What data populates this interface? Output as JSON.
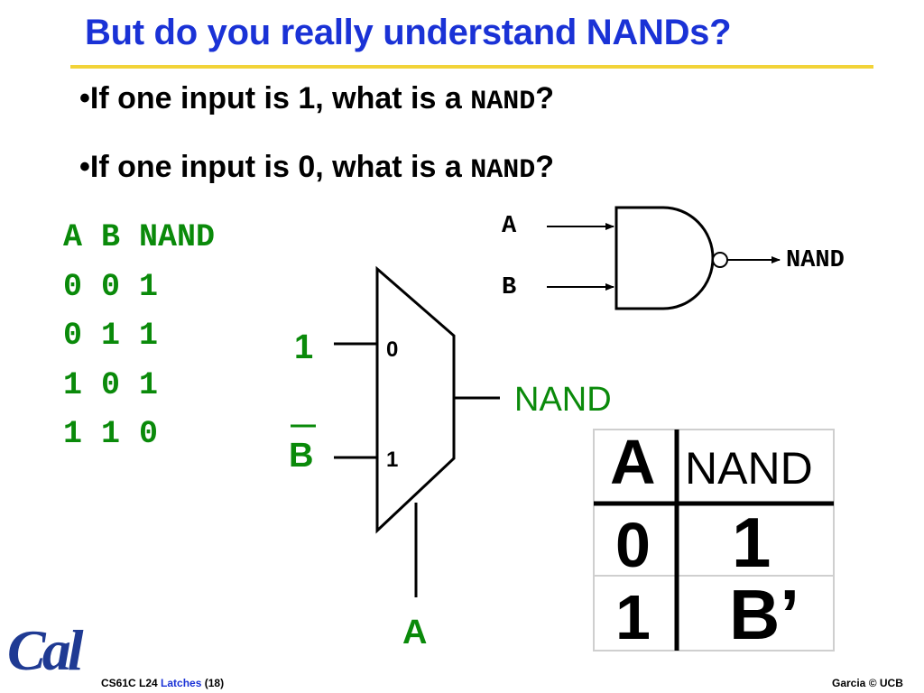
{
  "title": "But do you really understand NANDs?",
  "bullets": [
    {
      "text": "If one input is 1, what is a ",
      "code": "NAND",
      "end": "?"
    },
    {
      "text": "If one input is 0, what is a ",
      "code": "NAND",
      "end": "?"
    }
  ],
  "truth_table": {
    "header": "A B NAND",
    "rows": [
      "0 0 1",
      "0 1 1",
      "1 0 1",
      "1 1 0"
    ]
  },
  "gate": {
    "input_a": "A",
    "input_b": "B",
    "output": "NAND"
  },
  "mux": {
    "input_1_label": "1",
    "input_b_label": "B",
    "select_0": "0",
    "select_1": "1",
    "output_label": "NAND",
    "select_label": "A"
  },
  "reduced_table": {
    "header_a": "A",
    "header_nand": "NAND",
    "rows": [
      {
        "a": "0",
        "nand": "1"
      },
      {
        "a": "1",
        "nand": "B’"
      }
    ]
  },
  "footer": {
    "course": "CS61C L24 ",
    "topic": "Latches",
    "page": " (18)",
    "credit": "Garcia © UCB"
  },
  "logo_text": "Cal",
  "colors": {
    "title": "#1a32d6",
    "accent_rule": "#f2d338",
    "green": "#0a8a0a",
    "logo": "#1f3a93"
  }
}
